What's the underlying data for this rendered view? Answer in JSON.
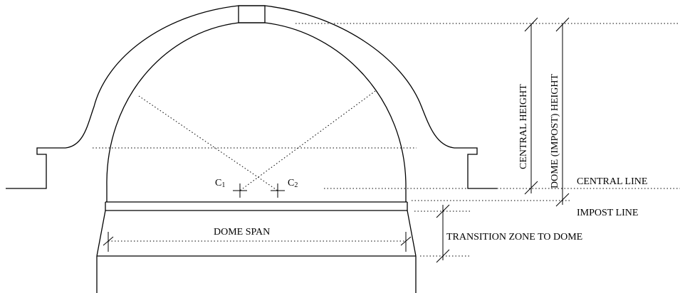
{
  "labels": {
    "central_height": "CENTRAL HEIGHT",
    "dome_impost_height": "DOME (IMPOST) HEIGHT",
    "central_line": "CENTRAL LINE",
    "impost_line": "IMPOST LINE",
    "dome_span": "DOME SPAN",
    "transition_zone": "TRANSITION ZONE TO DOME",
    "c1_letter": "C",
    "c1_index": "1",
    "c2_letter": "C",
    "c2_index": "2"
  }
}
